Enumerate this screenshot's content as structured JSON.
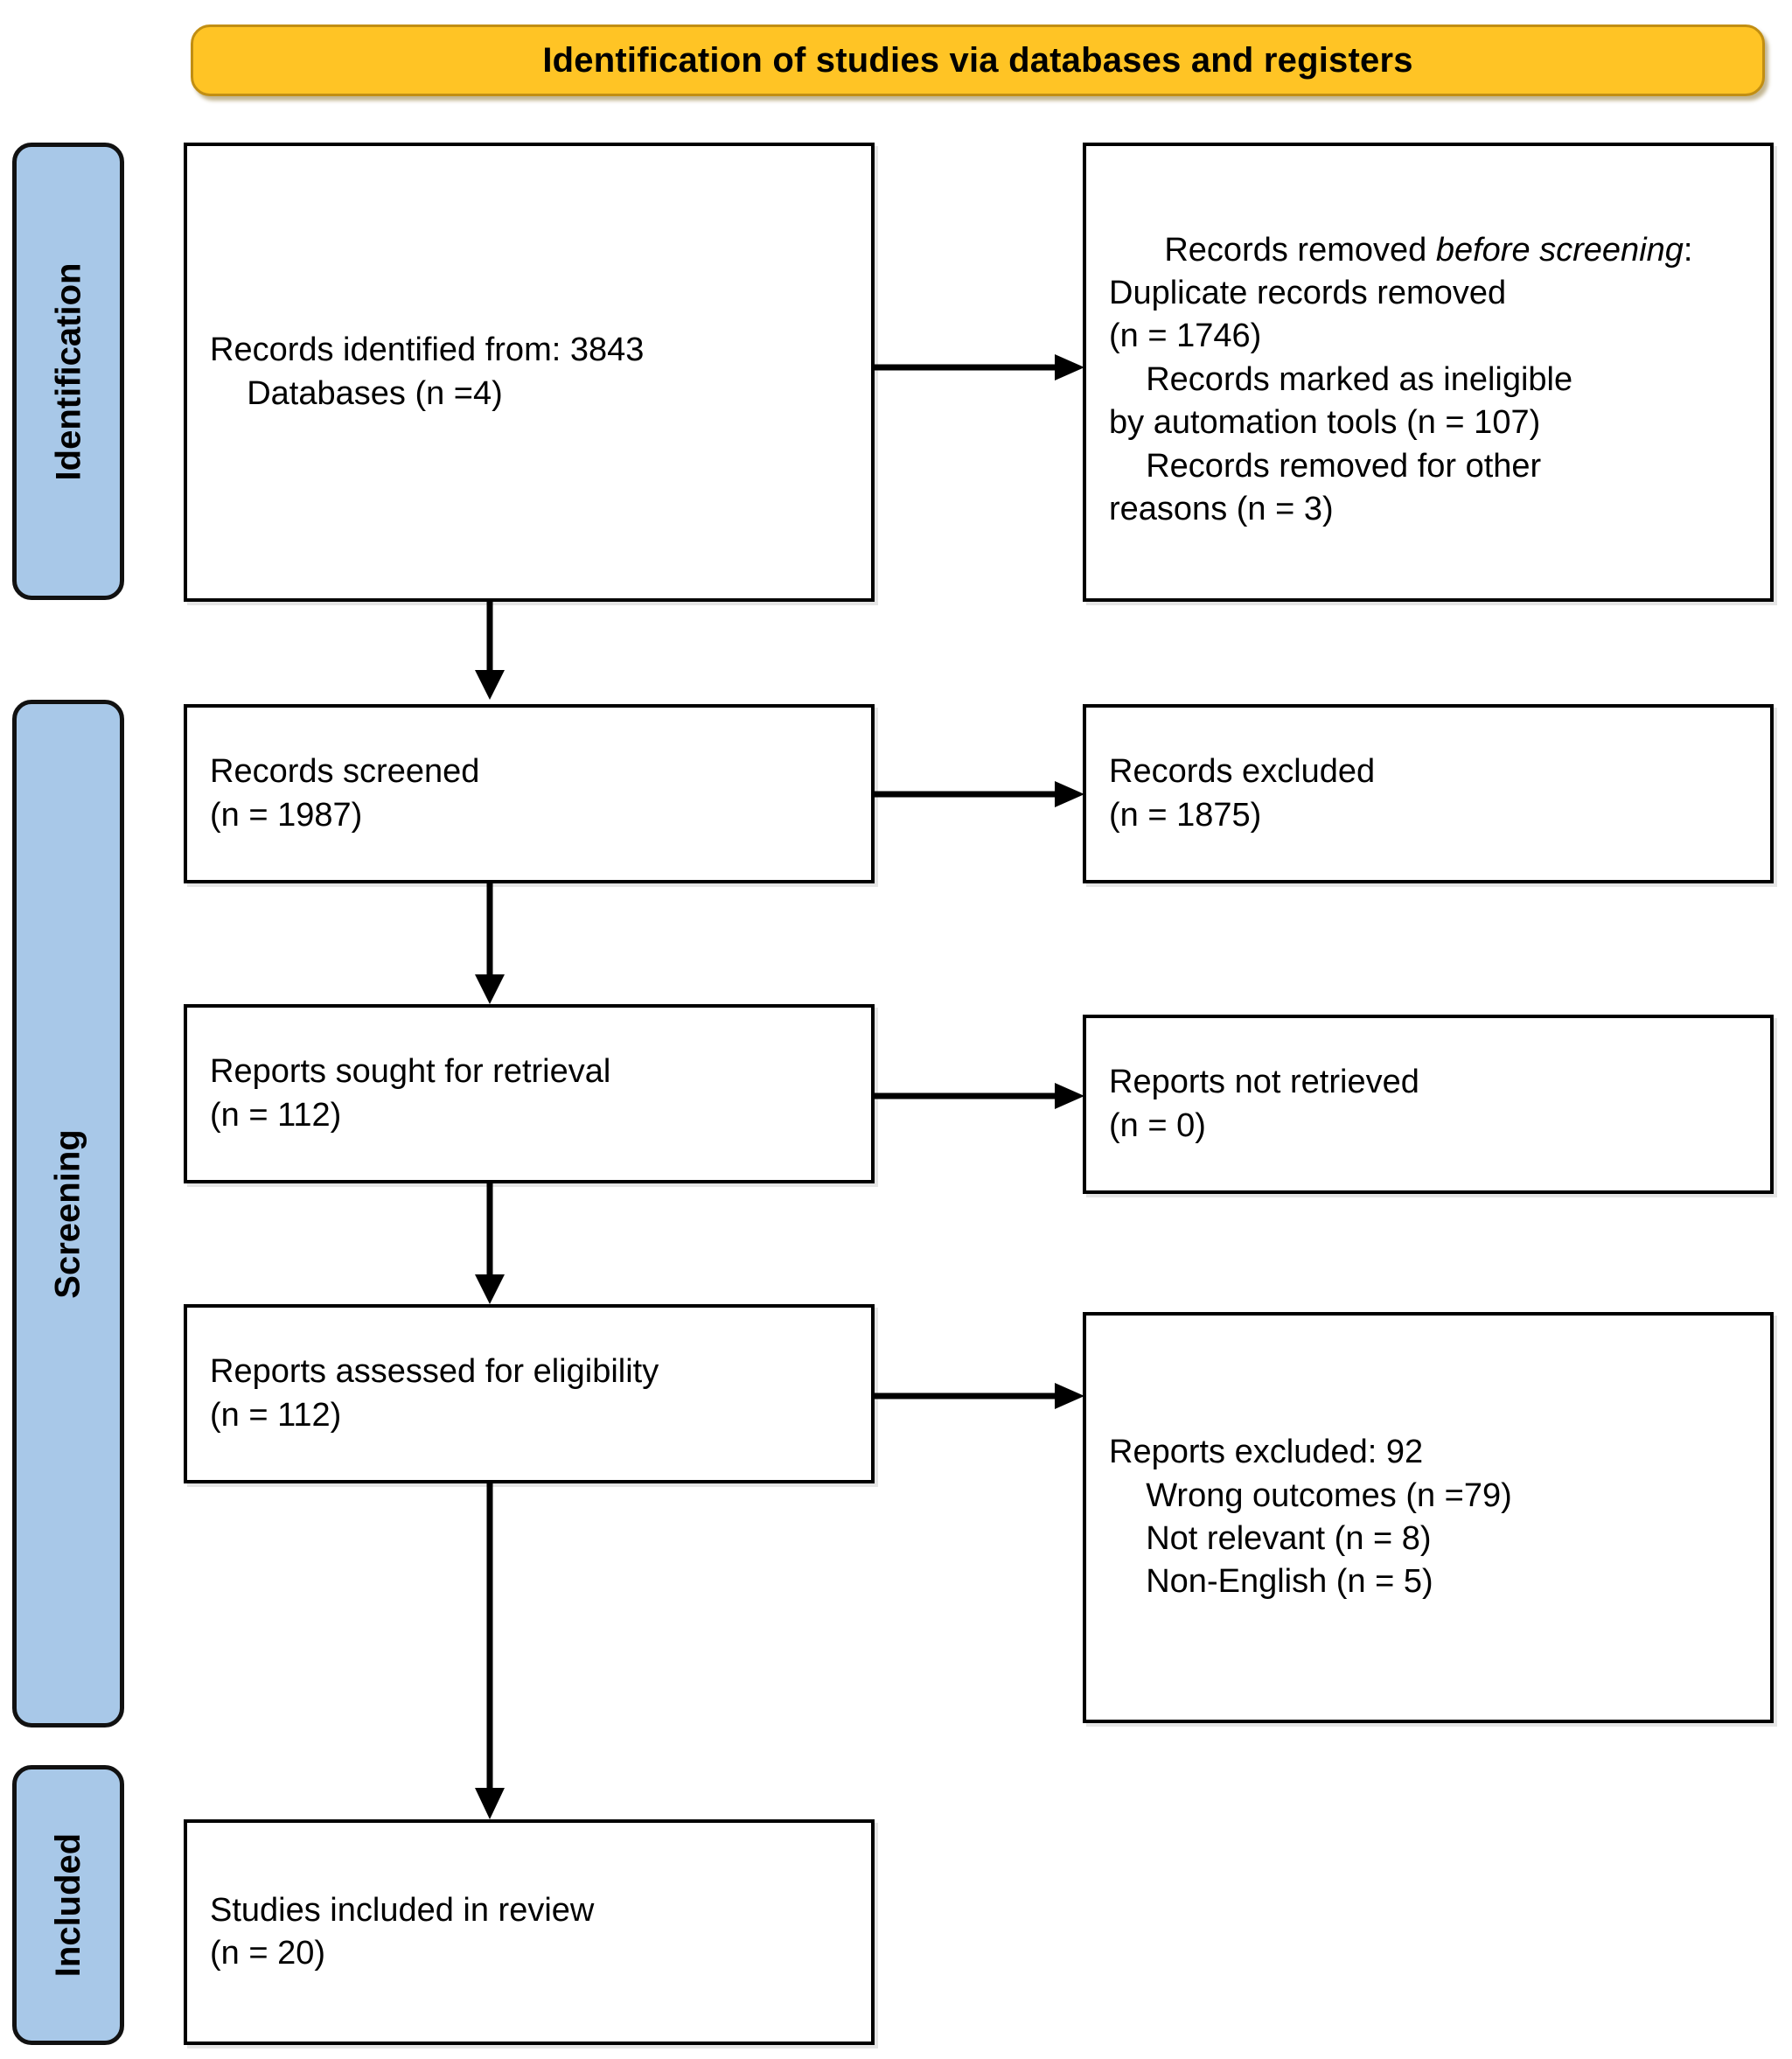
{
  "diagram": {
    "title": "Identification of studies via databases and registers",
    "type": "PRISMA flow diagram",
    "colors": {
      "banner_fill": "#FFC425",
      "banner_border": "#C18E13",
      "stage_tab_fill": "#A8C8E8",
      "stage_tab_border": "#111111",
      "box_fill": "#FFFFFF",
      "box_border": "#000000",
      "connector": "#000000"
    }
  },
  "banner": {
    "label": "Identification of studies via databases and registers"
  },
  "stages": [
    {
      "id": "identification",
      "label": "Identification"
    },
    {
      "id": "screening",
      "label": "Screening"
    },
    {
      "id": "included",
      "label": "Included"
    }
  ],
  "boxes": {
    "records_identified": {
      "line1": "Records identified from: 3843",
      "line2": "    Databases (n =4)",
      "text": "Records identified from: 3843\n    Databases (n =4)"
    },
    "records_removed": {
      "heading_prefix": "Records removed ",
      "heading_italic": "before screening",
      "heading_suffix": ":",
      "items": [
        "Duplicate records removed (n = 1746)",
        "Records marked as ineligible by automation tools (n = 107)",
        "Records removed for other reasons (n = 3)"
      ],
      "body": "    Duplicate records removed\n(n = 1746)\n    Records marked as ineligible\nby automation tools (n = 107)\n    Records removed for other\nreasons (n = 3)"
    },
    "records_screened": {
      "text": "Records screened\n(n = 1987)",
      "count": "1987"
    },
    "records_excluded": {
      "text": "Records excluded\n(n = 1875)",
      "count": "1875"
    },
    "reports_sought": {
      "text": "Reports sought for retrieval\n(n = 112)",
      "count": "112"
    },
    "reports_not_retrieved": {
      "text": "Reports not retrieved\n(n = 0)",
      "count": "0"
    },
    "reports_assessed": {
      "text": "Reports assessed for eligibility\n(n = 112)",
      "count": "112"
    },
    "reports_excluded": {
      "heading": "Reports excluded: 92",
      "items": [
        "Wrong outcomes (n =79)",
        "Not relevant (n = 8)",
        "Non-English (n = 5)"
      ],
      "text": "Reports excluded: 92\n    Wrong outcomes (n =79)\n    Not relevant (n = 8)\n    Non-English (n = 5)"
    },
    "studies_included": {
      "text": "Studies included in review\n(n = 20)",
      "count": "20"
    }
  },
  "connectors": [
    {
      "id": "identified-to-removed",
      "kind": "arrow-right"
    },
    {
      "id": "identified-to-screened",
      "kind": "arrow-down"
    },
    {
      "id": "screened-to-excluded",
      "kind": "arrow-right"
    },
    {
      "id": "screened-to-sought",
      "kind": "arrow-down"
    },
    {
      "id": "sought-to-not-retrieved",
      "kind": "arrow-right"
    },
    {
      "id": "sought-to-assessed",
      "kind": "arrow-down"
    },
    {
      "id": "assessed-to-excluded",
      "kind": "arrow-right"
    },
    {
      "id": "assessed-to-included",
      "kind": "arrow-down"
    }
  ]
}
